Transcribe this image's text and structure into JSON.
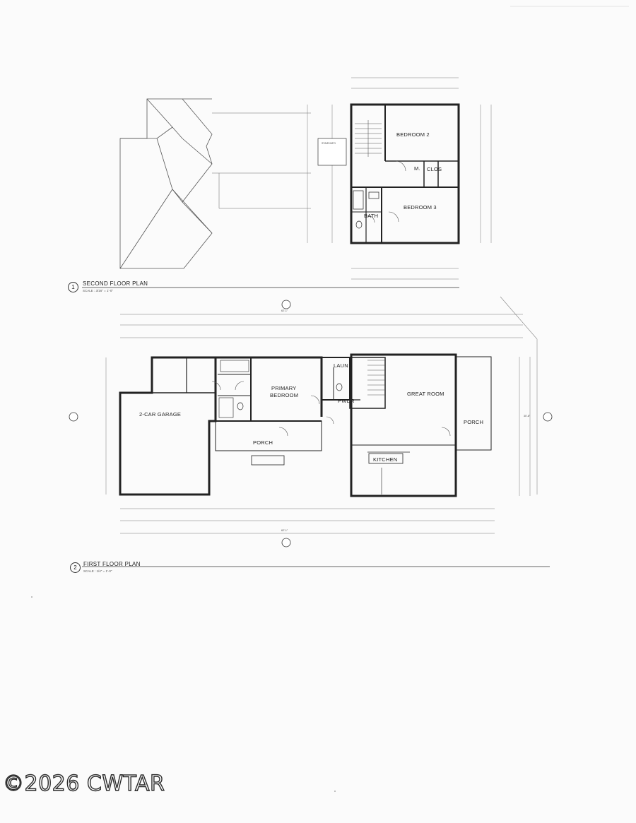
{
  "plans": {
    "second": {
      "number": "1",
      "title": "SECOND FLOOR PLAN",
      "scale": "SCALE : 3/16\" = 1'-0\"",
      "rooms": {
        "bedroom2": "BEDROOM 2",
        "bedroom3": "BEDROOM 3",
        "bath": "BATH",
        "m": "M.",
        "clos": "CLOS"
      },
      "notes": {
        "stair": "STAIR INFO"
      }
    },
    "first": {
      "number": "2",
      "title": "FIRST FLOOR PLAN",
      "scale": "SCALE : 1/4\" = 1'-0\"",
      "rooms": {
        "garage": "2-CAR GARAGE",
        "primary_bedroom_1": "PRIMARY",
        "primary_bedroom_2": "BEDROOM",
        "laun": "LAUN",
        "pwdr": "PWDR",
        "great_room": "GREAT ROOM",
        "porch_front": "PORCH",
        "porch_side": "PORCH",
        "kitchen": "KITCHEN"
      },
      "dimensions": {
        "overall_top": "62'-1\"",
        "overall_bottom": "62'-1\"",
        "side": "30'-8\""
      }
    }
  },
  "watermark": "©2026 CWTAR"
}
